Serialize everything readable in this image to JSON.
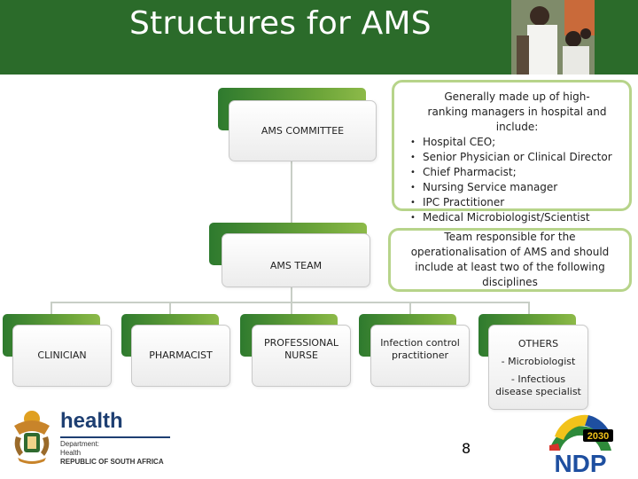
{
  "header": {
    "title": "Structures for AMS"
  },
  "committee": {
    "label": "AMS COMMITTEE",
    "intro": "Generally made up of high-ranking managers in hospital and include:",
    "members": [
      "Hospital CEO;",
      "Senior Physician or Clinical Director",
      "Chief Pharmacist;",
      "Nursing Service manager",
      "IPC Practitioner",
      "Medical Microbiologist/Scientist"
    ]
  },
  "team": {
    "label": "AMS TEAM",
    "description": "Team responsible for the operationalisation of AMS and should include at least two of the following disciplines"
  },
  "disciplines": {
    "clinician": "CLINICIAN",
    "pharmacist": "PHARMACIST",
    "nurse_line1": "PROFESSIONAL",
    "nurse_line2": "NURSE",
    "infection_line1": "Infection control",
    "infection_line2": "practitioner",
    "others_title": "OTHERS",
    "others_item1": "- Microbiologist",
    "others_item2": "- Infectious",
    "others_item3": "disease specialist"
  },
  "footer": {
    "logo_word": "health",
    "dept_line1": "Department:",
    "dept_line2": "Health",
    "dept_line3": "REPUBLIC OF SOUTH AFRICA",
    "page_number": "8",
    "ndp_year": "2030",
    "ndp_text": "NDP"
  },
  "colors": {
    "header_green": "#2b6b2a",
    "tab_dark": "#2e7a2e",
    "tab_light": "#8dba49",
    "callout_border": "#b7d48a"
  }
}
